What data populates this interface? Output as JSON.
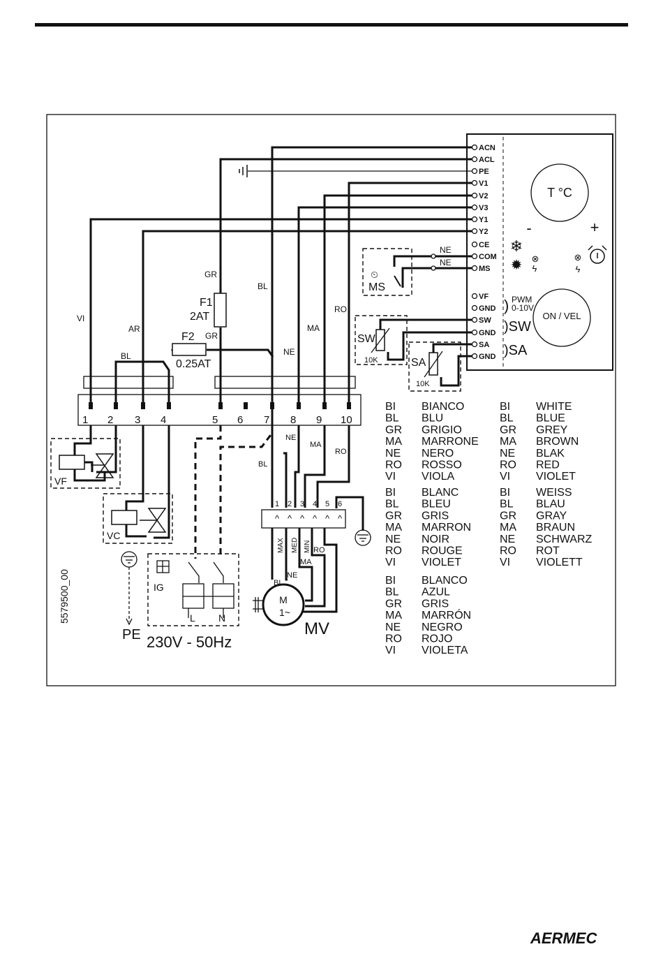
{
  "controller": {
    "terminals": [
      "ACN",
      "ACL",
      "PE",
      "V1",
      "V2",
      "V3",
      "Y1",
      "Y2",
      "CE",
      "COM",
      "MS",
      "VF",
      "GND",
      "SW",
      "GND",
      "SA",
      "GND"
    ],
    "temp_knob": "T °C",
    "minus": "-",
    "plus": "+",
    "on_vel": "ON / VEL",
    "pwm_label_1": "PWM",
    "pwm_label_2": "0-10V",
    "sw_brace": ")SW",
    "sa_brace": ")SA"
  },
  "wires": {
    "gr": "GR",
    "bl": "BL",
    "vi": "VI",
    "ar": "AR",
    "ma": "MA",
    "ne": "NE",
    "ro": "RO",
    "com_ne": "NE",
    "ms_ne": "NE",
    "gr2": "GR",
    "bl_low": "BL",
    "ne_low": "NE",
    "ma_low": "MA",
    "ro_low": "RO",
    "ne_motor": "NE",
    "ma_motor": "MA",
    "ro_motor": "RO",
    "bl_motor": "BL"
  },
  "fuses": {
    "f1": "F1",
    "f1_rating": "2AT",
    "f2": "F2",
    "f2_rating": "0.25AT"
  },
  "sensors": {
    "ms": "MS",
    "sw": "SW",
    "sw_r": "10K",
    "sa": "SA",
    "sa_r": "10K"
  },
  "terminal_block": [
    "1",
    "2",
    "3",
    "4",
    "5",
    "6",
    "7",
    "8",
    "9",
    "10"
  ],
  "motor_block": [
    "1",
    "2",
    "3",
    "4",
    "5",
    "6"
  ],
  "motor_leads": [
    "MAX",
    "MED",
    "MIN"
  ],
  "valves": {
    "vf": "VF",
    "vc": "VC"
  },
  "power": {
    "ig": "IG",
    "l": "L",
    "n": "N",
    "pe": "PE",
    "supply": "230V - 50Hz"
  },
  "motor": {
    "m": "M",
    "phase": "1~",
    "label": "MV"
  },
  "drawing_code": "5579500_00",
  "legend": [
    {
      "code": "BI",
      "name": "BIANCO"
    },
    {
      "code": "BL",
      "name": "BLU"
    },
    {
      "code": "GR",
      "name": "GRIGIO"
    },
    {
      "code": "MA",
      "name": "MARRONE"
    },
    {
      "code": "NE",
      "name": "NERO"
    },
    {
      "code": "RO",
      "name": "ROSSO"
    },
    {
      "code": "VI",
      "name": "VIOLA"
    },
    {
      "code": "BI",
      "name": "BLANC"
    },
    {
      "code": "BL",
      "name": "BLEU"
    },
    {
      "code": "GR",
      "name": "GRIS"
    },
    {
      "code": "MA",
      "name": "MARRON"
    },
    {
      "code": "NE",
      "name": "NOIR"
    },
    {
      "code": "RO",
      "name": "ROUGE"
    },
    {
      "code": "VI",
      "name": "VIOLET"
    },
    {
      "code": "BI",
      "name": "BLANCO"
    },
    {
      "code": "BL",
      "name": "AZUL"
    },
    {
      "code": "GR",
      "name": "GRIS"
    },
    {
      "code": "MA",
      "name": "MARRÓN"
    },
    {
      "code": "NE",
      "name": "NEGRO"
    },
    {
      "code": "RO",
      "name": "ROJO"
    },
    {
      "code": "VI",
      "name": "VIOLETA"
    },
    {
      "code": "BI",
      "name": "WHITE"
    },
    {
      "code": "BL",
      "name": "BLUE"
    },
    {
      "code": "GR",
      "name": "GREY"
    },
    {
      "code": "MA",
      "name": "BROWN"
    },
    {
      "code": "NE",
      "name": "BLAK"
    },
    {
      "code": "RO",
      "name": "RED"
    },
    {
      "code": "VI",
      "name": "VIOLET"
    },
    {
      "code": "BI",
      "name": "WEISS"
    },
    {
      "code": "BL",
      "name": "BLAU"
    },
    {
      "code": "GR",
      "name": "GRAY"
    },
    {
      "code": "MA",
      "name": "BRAUN"
    },
    {
      "code": "NE",
      "name": "SCHWARZ"
    },
    {
      "code": "RO",
      "name": "ROT"
    },
    {
      "code": "VI",
      "name": "VIOLETT"
    }
  ],
  "brand": "AERMEC",
  "icons": [
    "snowflake-icon",
    "sun-icon",
    "lamp-icon",
    "fan-icon",
    "thermostat-dial-icon",
    "earth-icon"
  ]
}
